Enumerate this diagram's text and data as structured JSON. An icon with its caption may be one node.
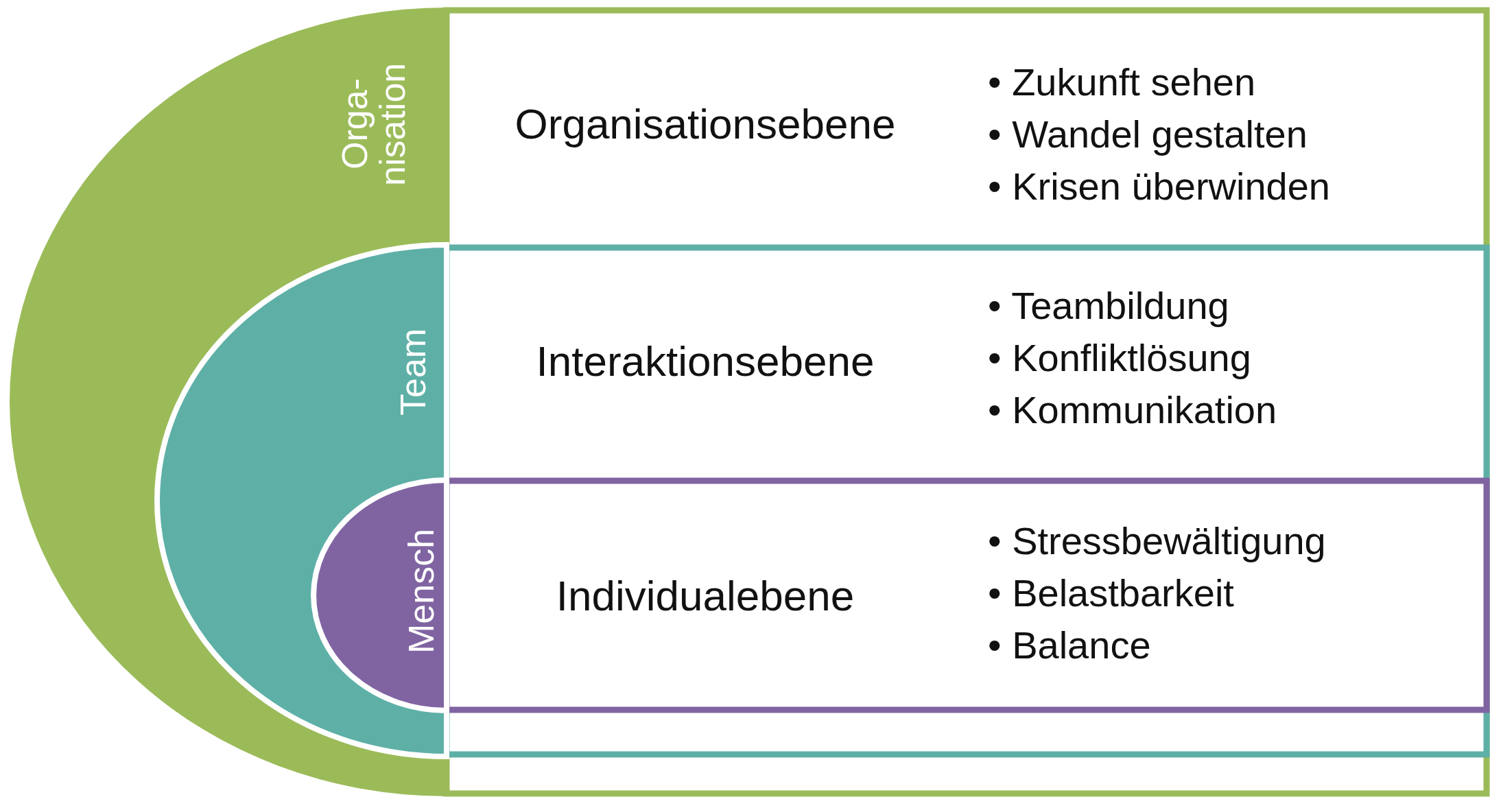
{
  "diagram": {
    "nodes": [
      {
        "text": [
          "Orga- nisation",
          "Organisationsebene",
          "• Zukunft sehen",
          "• Wandel gestalten",
          "• Krisen überwinden"
        ]
      },
      {
        "text": [
          "Team",
          "Interaktionsebene",
          "• Teambildung",
          "• Konfliktlösung",
          "• Kommunikation"
        ],
        "in": 0
      },
      {
        "text": [
          "Mensch",
          "Individualebene",
          "• Stressbewältigung",
          "• Belastbarkeit",
          "• Balance"
        ],
        "in": 1
      }
    ]
  }
}
